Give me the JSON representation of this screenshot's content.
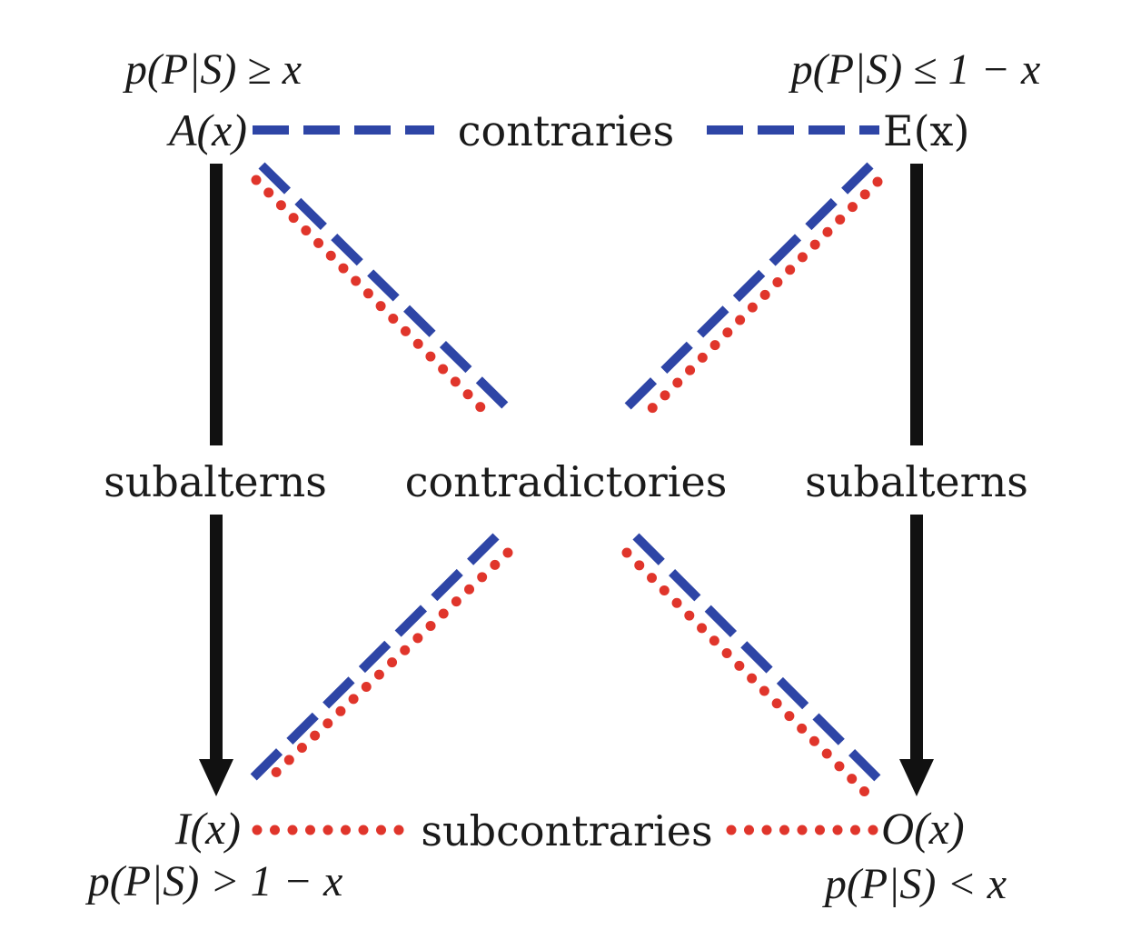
{
  "colors": {
    "contraries": "#2e45a6",
    "subcontraries": "#e0352b",
    "subalterns": "#111111",
    "text": "#1a1a1a"
  },
  "corners": {
    "A": {
      "label": "A(x)",
      "condition": "p(P|S) ≥ x"
    },
    "E": {
      "label": "E(x)",
      "condition": "p(P|S) ≤ 1 − x"
    },
    "I": {
      "label": "I(x)",
      "condition": "p(P|S) > 1 − x"
    },
    "O": {
      "label": "O(x)",
      "condition": "p(P|S) < x"
    }
  },
  "relations": {
    "contraries": "contraries",
    "contradictories": "contradictories",
    "subalterns_left": "subalterns",
    "subalterns_right": "subalterns",
    "subcontraries": "subcontraries"
  }
}
